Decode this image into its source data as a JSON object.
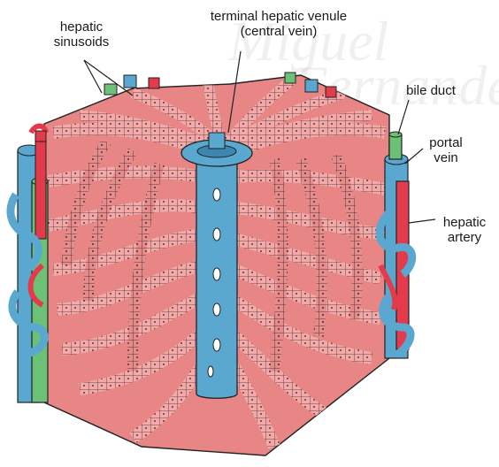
{
  "watermark": {
    "line1": "Miguel",
    "line2": "Fernandez"
  },
  "labels": {
    "sinusoids": [
      "hepatic",
      "sinusoids"
    ],
    "central": [
      "terminal hepatic venule",
      "(central vein)"
    ],
    "bile_duct": "bile duct",
    "portal": [
      "portal",
      "vein"
    ],
    "artery": [
      "hepatic",
      "artery"
    ]
  },
  "colors": {
    "parenchyma": "#e88585",
    "plate": "#f5b3b3",
    "outline": "#222222",
    "vein": "#5aa7d0",
    "artery": "#e33b4b",
    "bile_duct": "#6cc177"
  }
}
